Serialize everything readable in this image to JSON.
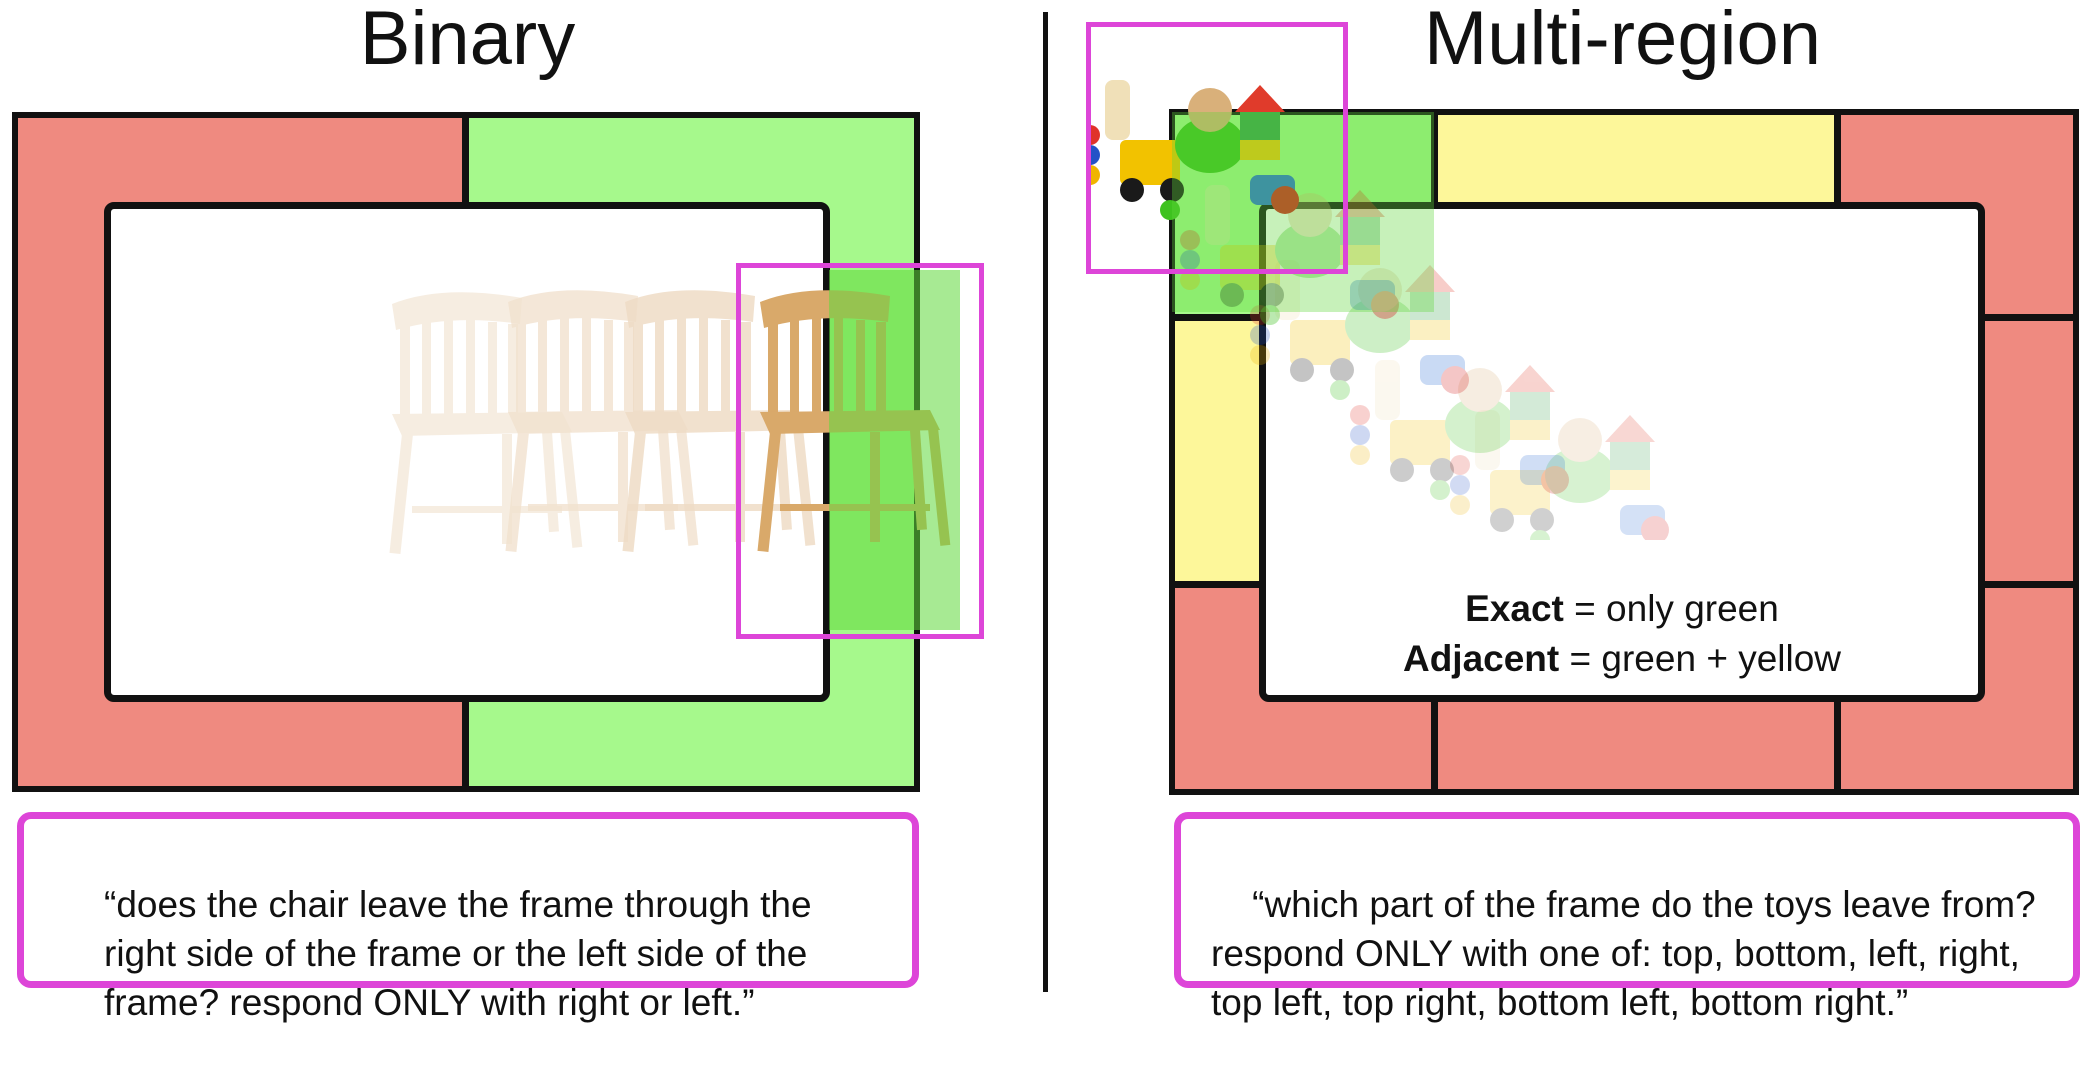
{
  "left_panel": {
    "title": "Binary",
    "prompt": "“does the chair leave the frame through the\nright side of the frame or the left side of the\nframe? respond ONLY with right or left.”",
    "region_colors": {
      "left": "#ef8a80",
      "right": "#a6f98c"
    },
    "object": "chair-icon"
  },
  "right_panel": {
    "title": "Multi-region",
    "prompt": "“which part of the frame do the toys leave from?\nrespond ONLY with one of: top, bottom, left, right,\ntop left, top right, bottom left, bottom right.”",
    "legend": {
      "exact_term": "Exact",
      "exact_desc": " = only green",
      "adjacent_term": "Adjacent",
      "adjacent_desc": " = green + yellow"
    },
    "region_colors": {
      "exact": "#a6f98c",
      "adjacent": "#fdf79a",
      "other": "#ef8a80"
    },
    "object": "toys-icon"
  },
  "colors": {
    "highlight": "#dd45d8",
    "border": "#111111"
  }
}
